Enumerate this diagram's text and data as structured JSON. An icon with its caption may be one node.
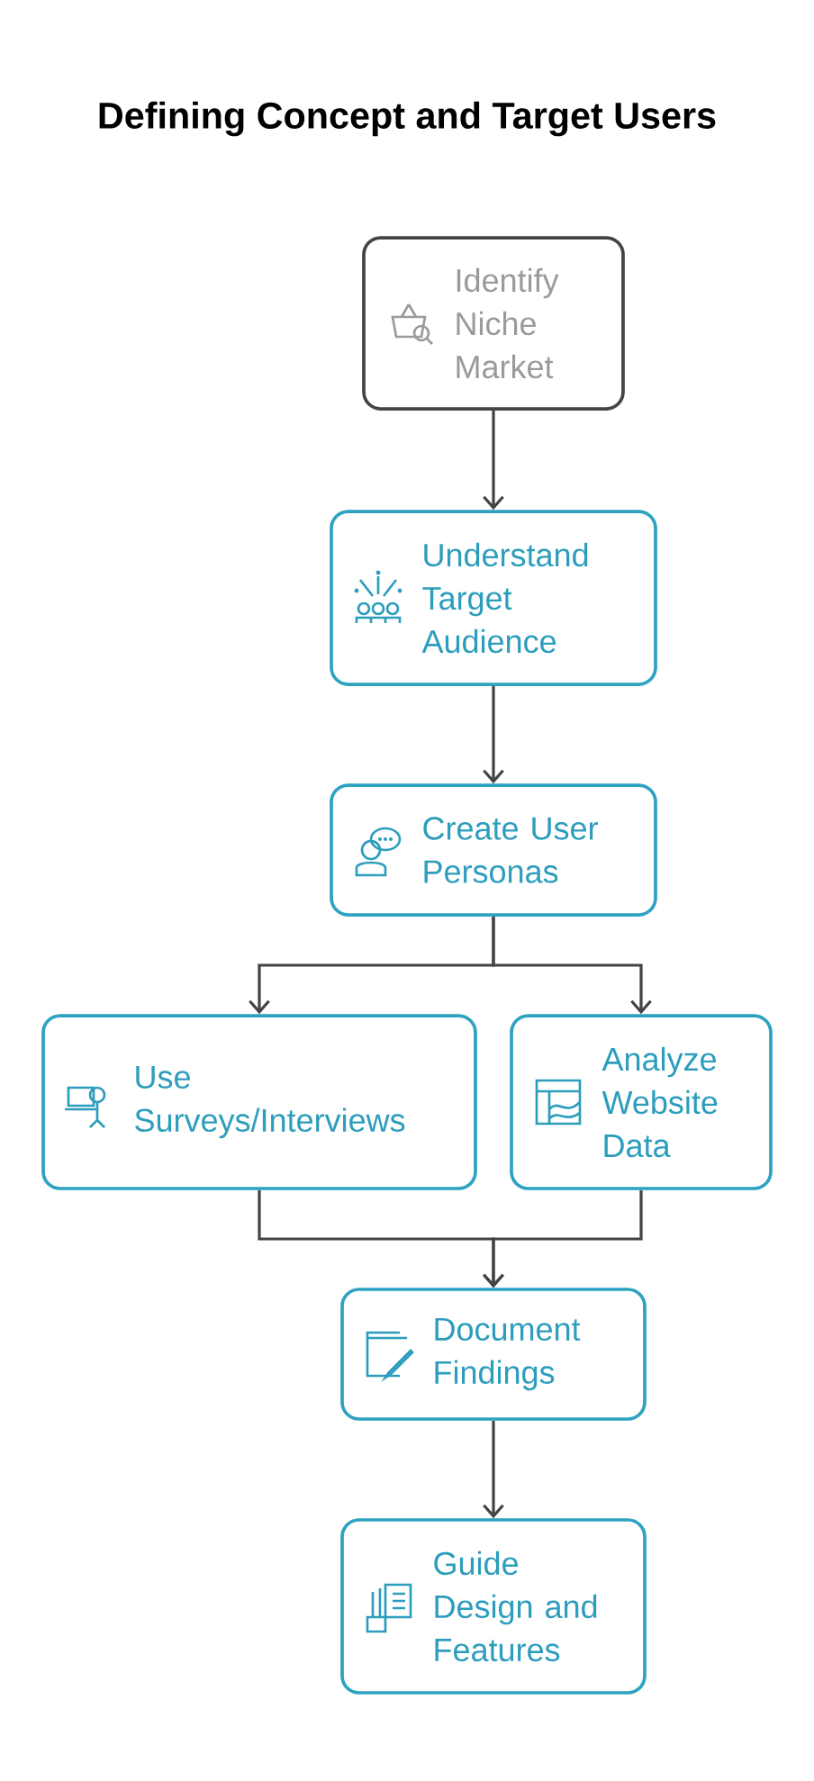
{
  "diagram": {
    "title": "Defining Concept and Target Users",
    "nodes": [
      {
        "text": [
          "Identify Niche Market"
        ]
      },
      {
        "text": [
          "Understand Target Audience"
        ]
      },
      {
        "text": [
          "Create User Personas"
        ]
      },
      {
        "text": [
          "Use Surveys/Interviews"
        ]
      },
      {
        "text": [
          "Analyze Website Data"
        ]
      },
      {
        "text": [
          "Document Findings"
        ]
      },
      {
        "text": [
          "Guide Design and Features"
        ]
      }
    ],
    "edges": [
      {
        "from": 0,
        "to": 1,
        "arrow": "to"
      },
      {
        "from": 1,
        "to": 2,
        "arrow": "to"
      },
      {
        "from": 2,
        "to": 3,
        "arrow": "to"
      },
      {
        "from": 2,
        "to": 4,
        "arrow": "to"
      },
      {
        "from": 3,
        "to": 5,
        "arrow": "to"
      },
      {
        "from": 4,
        "to": 5,
        "arrow": "to"
      },
      {
        "from": 5,
        "to": 6,
        "arrow": "to"
      }
    ]
  }
}
